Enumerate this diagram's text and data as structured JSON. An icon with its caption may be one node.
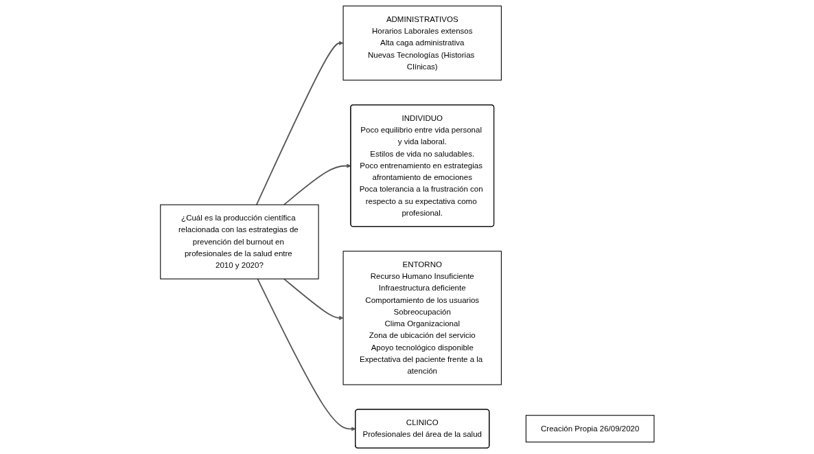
{
  "diagram": {
    "nodes": [
      {
        "text": [
          "¿Cuál es la producción científica relacionada con las estrategias de prevención del burnout en profesionales de la salud entre 2010 y 2020?"
        ]
      },
      {
        "text": [
          "ADMINISTRATIVOS",
          "Horarios Laborales extensos",
          "Alta caga administrativa",
          "Nuevas Tecnologías (Historias Clínicas)"
        ]
      },
      {
        "text": [
          "INDIVIDUO",
          "Poco equilibrio entre vida personal y vida laboral.",
          "Estilos de vida no saludables.",
          "Poco entrenamiento en estrategias afrontamiento de emociones",
          "Poca tolerancia a la frustración con respecto a su expectativa como profesional."
        ]
      },
      {
        "text": [
          "ENTORNO",
          "Recurso Humano Insuficiente",
          "Infraestructura deficiente",
          "Comportamiento de los usuarios",
          "Sobreocupación",
          "Clima Organizacional",
          "Zona de ubicación del servicio",
          "Apoyo tecnológico disponible",
          "Expectativa del paciente frente a la atención"
        ]
      },
      {
        "text": [
          "CLINICO",
          "Profesionales del área de la salud"
        ]
      },
      {
        "text": [
          "Creación Propia 26/09/2020"
        ]
      }
    ],
    "edges": [
      {
        "from": 0,
        "to": 1,
        "arrow": "to"
      },
      {
        "from": 0,
        "to": 2,
        "arrow": "to"
      },
      {
        "from": 0,
        "to": 3,
        "arrow": "to"
      },
      {
        "from": 0,
        "to": 4,
        "arrow": "to"
      }
    ]
  }
}
